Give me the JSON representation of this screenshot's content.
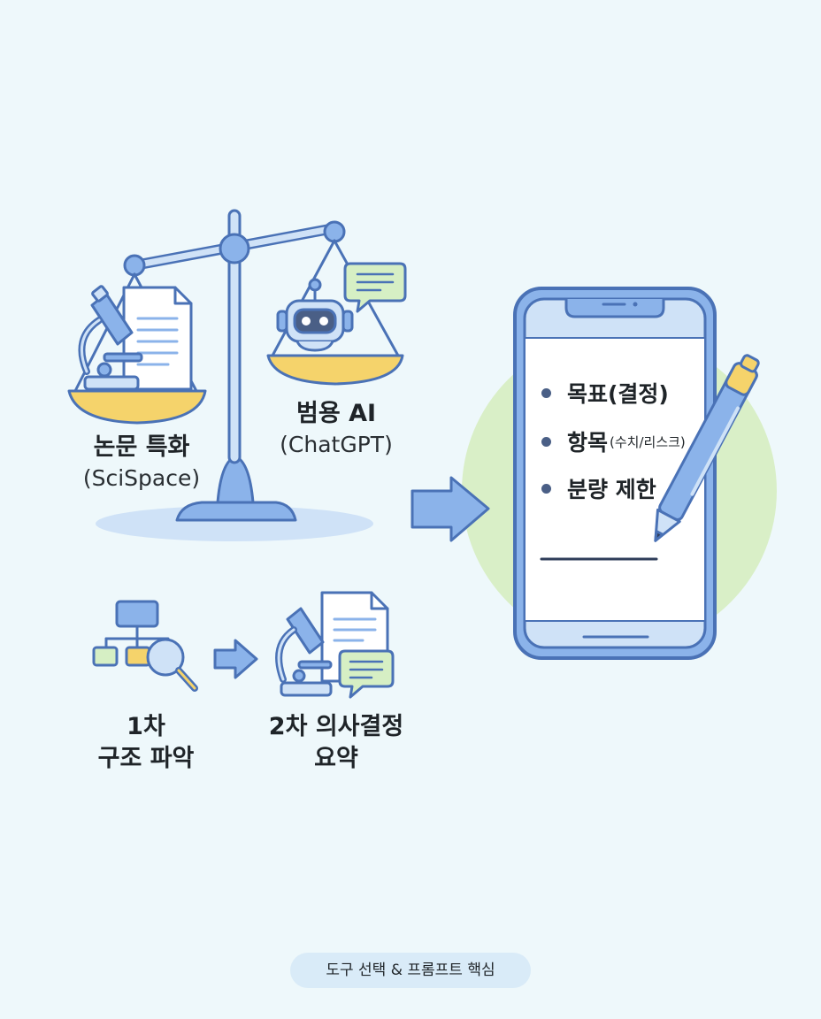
{
  "scale": {
    "left_label": "논문 특화",
    "left_sub": "(SciSpace)",
    "right_label": "범용 AI",
    "right_sub": "(ChatGPT)"
  },
  "steps": {
    "step1_line1": "1차",
    "step1_line2": "구조 파악",
    "step2_line1": "2차 의사결정",
    "step2_line2": "요약"
  },
  "phone": {
    "items": [
      {
        "main": "목표(결정)",
        "sub": ""
      },
      {
        "main": "항목",
        "sub": "(수치/리스크)"
      },
      {
        "main": "분량 제한",
        "sub": ""
      }
    ]
  },
  "caption": "도구 선택 & 프롬프트 핵심",
  "colors": {
    "background": "#eef8fb",
    "outline": "#4a72b6",
    "fill_blue": "#8bb3ea",
    "fill_light_blue": "#cfe2f7",
    "pan_yellow": "#f5d36b",
    "bubble_green": "#d6efc4",
    "circle_green": "#d9efc7"
  }
}
